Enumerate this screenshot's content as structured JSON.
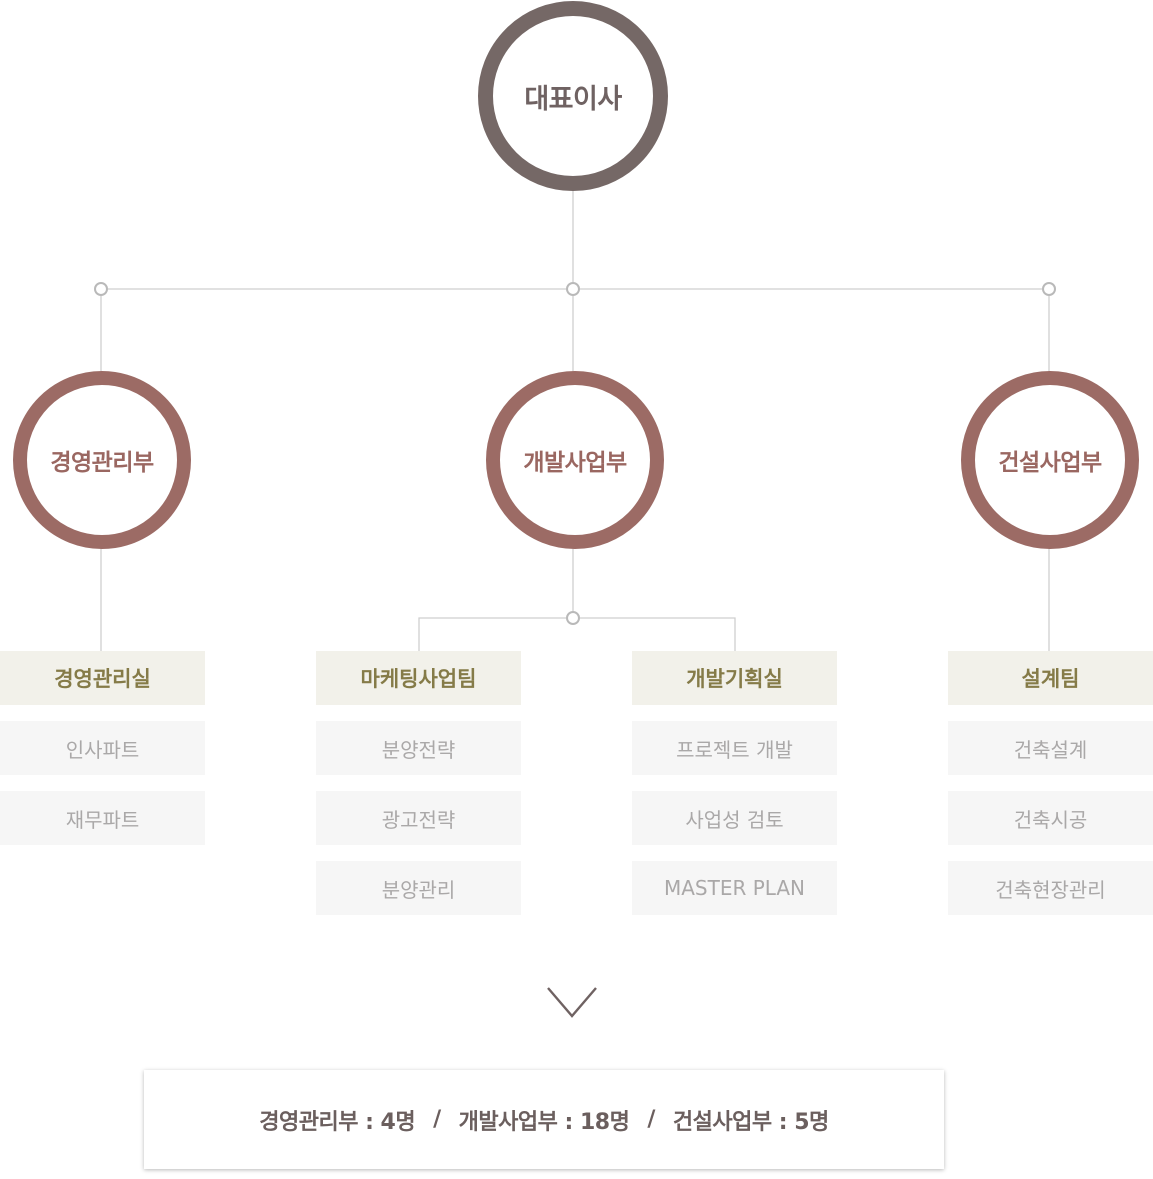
{
  "ceo": {
    "label": "대표이사"
  },
  "departments": [
    {
      "label": "경영관리부"
    },
    {
      "label": "개발사업부"
    },
    {
      "label": "건설사업부"
    }
  ],
  "teams": [
    {
      "label": "경영관리실",
      "items": [
        "인사파트",
        "재무파트"
      ]
    },
    {
      "label": "마케팅사업팀",
      "items": [
        "분양전략",
        "광고전략",
        "분양관리"
      ]
    },
    {
      "label": "개발기획실",
      "items": [
        "프로젝트 개발",
        "사업성 검토",
        "MASTER PLAN"
      ]
    },
    {
      "label": "설계팀",
      "items": [
        "건축설계",
        "건축시공",
        "건축현장관리"
      ]
    }
  ],
  "summary": {
    "parts": [
      "경영관리부 : 4명",
      "개발사업부 : 18명",
      "건설사업부 : 5명"
    ],
    "separator": "/"
  },
  "colors": {
    "ceo_ring": "#756866",
    "dept_ring": "#9c6b65",
    "team_bg": "#f2f1ea",
    "team_text": "#857b48",
    "item_bg": "#f6f6f6",
    "item_text": "#aaa8a8",
    "connector": "#cccccc"
  },
  "icons": {
    "expand": "chevron-down-icon",
    "node": "connector-node-icon"
  }
}
